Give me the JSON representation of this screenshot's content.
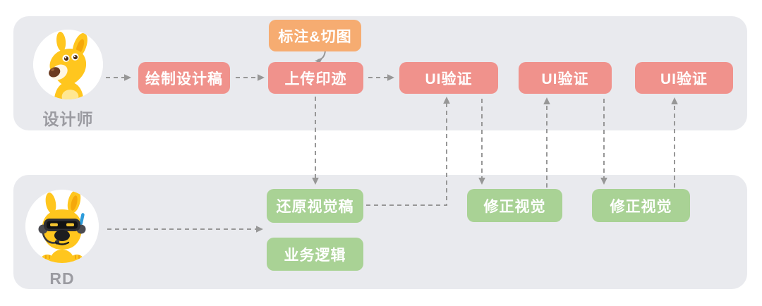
{
  "diagram": {
    "title_hint": "Designer / RD UI workflow swimlane diagram",
    "lanes": [
      {
        "id": "designer",
        "label": "设计师",
        "avatar_icon": "designer-kangaroo-avatar"
      },
      {
        "id": "rd",
        "label": "RD",
        "avatar_icon": "rd-robot-kangaroo-avatar"
      }
    ],
    "nodes": [
      {
        "id": "draw-design",
        "label": "绘制设计稿",
        "type": "pink",
        "lane": "designer"
      },
      {
        "id": "annotate-slice",
        "label": "标注&切图",
        "type": "orange",
        "lane": "designer"
      },
      {
        "id": "upload-imprint",
        "label": "上传印迹",
        "type": "pink",
        "lane": "designer"
      },
      {
        "id": "ui-verify-1",
        "label": "UI验证",
        "type": "pink",
        "lane": "designer"
      },
      {
        "id": "ui-verify-2",
        "label": "UI验证",
        "type": "pink",
        "lane": "designer"
      },
      {
        "id": "ui-verify-3",
        "label": "UI验证",
        "type": "pink",
        "lane": "designer"
      },
      {
        "id": "restore-visual",
        "label": "还原视觉稿",
        "type": "green",
        "lane": "rd"
      },
      {
        "id": "business-logic",
        "label": "业务逻辑",
        "type": "green",
        "lane": "rd"
      },
      {
        "id": "fix-visual-1",
        "label": "修正视觉",
        "type": "green",
        "lane": "rd"
      },
      {
        "id": "fix-visual-2",
        "label": "修正视觉",
        "type": "green",
        "lane": "rd"
      }
    ],
    "connectors": [
      {
        "from": "designer-avatar",
        "to": "draw-design",
        "style": "dashed-arrow"
      },
      {
        "from": "draw-design",
        "to": "upload-imprint",
        "style": "dashed-arrow"
      },
      {
        "from": "annotate-slice",
        "to": "upload-imprint",
        "style": "curved-arrow"
      },
      {
        "from": "upload-imprint",
        "to": "ui-verify-1",
        "style": "dashed-arrow"
      },
      {
        "from": "upload-imprint",
        "to": "restore-visual",
        "style": "dashed-arrow-down"
      },
      {
        "from": "rd-avatar",
        "to": "restore-visual",
        "style": "dashed-arrow"
      },
      {
        "from": "restore-visual",
        "to": "ui-verify-1",
        "style": "dashed-elbow-up"
      },
      {
        "from": "ui-verify-1",
        "to": "fix-visual-1",
        "style": "dashed-arrow-down"
      },
      {
        "from": "fix-visual-1",
        "to": "ui-verify-2",
        "style": "dashed-arrow-up"
      },
      {
        "from": "ui-verify-2",
        "to": "fix-visual-2",
        "style": "dashed-arrow-down"
      },
      {
        "from": "fix-visual-2",
        "to": "ui-verify-3",
        "style": "dashed-arrow-up"
      }
    ],
    "colors": {
      "pink": "#F0928C",
      "orange": "#F6AC71",
      "green": "#A9D295",
      "lane": "#E9EAEE",
      "connector": "#979797",
      "label": "#9B9BA1",
      "text_on_node": "#FFFFFF"
    }
  }
}
